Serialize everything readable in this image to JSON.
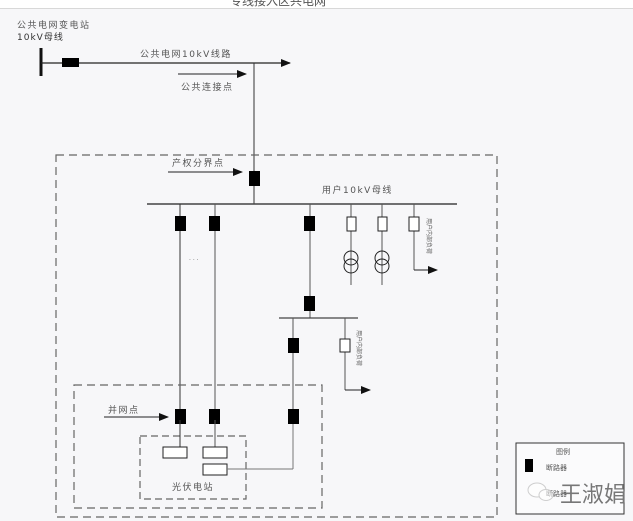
{
  "header": {
    "caption_partial": "专线接入区共电网"
  },
  "labels": {
    "substation_line1": "公共电网变电站",
    "substation_line2": "10kV母线",
    "public_line": "公共电网10kV线路",
    "common_connection_point": "公共连接点",
    "property_boundary_point": "产权分界点",
    "user_bus": "用户10kV母线",
    "ellipsis": "· · ·",
    "internal_load_1": "用户内部负荷",
    "internal_load_2": "用户内部负荷",
    "grid_connection_point": "并网点",
    "pv_station": "光伏电站"
  },
  "legend": {
    "title": "图例",
    "items": [
      {
        "symbol": "filled-box",
        "label": "断路器"
      },
      {
        "symbol": "hollow-box",
        "label": "断路器"
      }
    ]
  },
  "watermark": {
    "text": "王淑娟",
    "icon": "wechat-icon"
  },
  "colors": {
    "line": "#333333",
    "dash": "#666666",
    "breaker_fill": "#000000",
    "background": "#f7f7f9"
  }
}
